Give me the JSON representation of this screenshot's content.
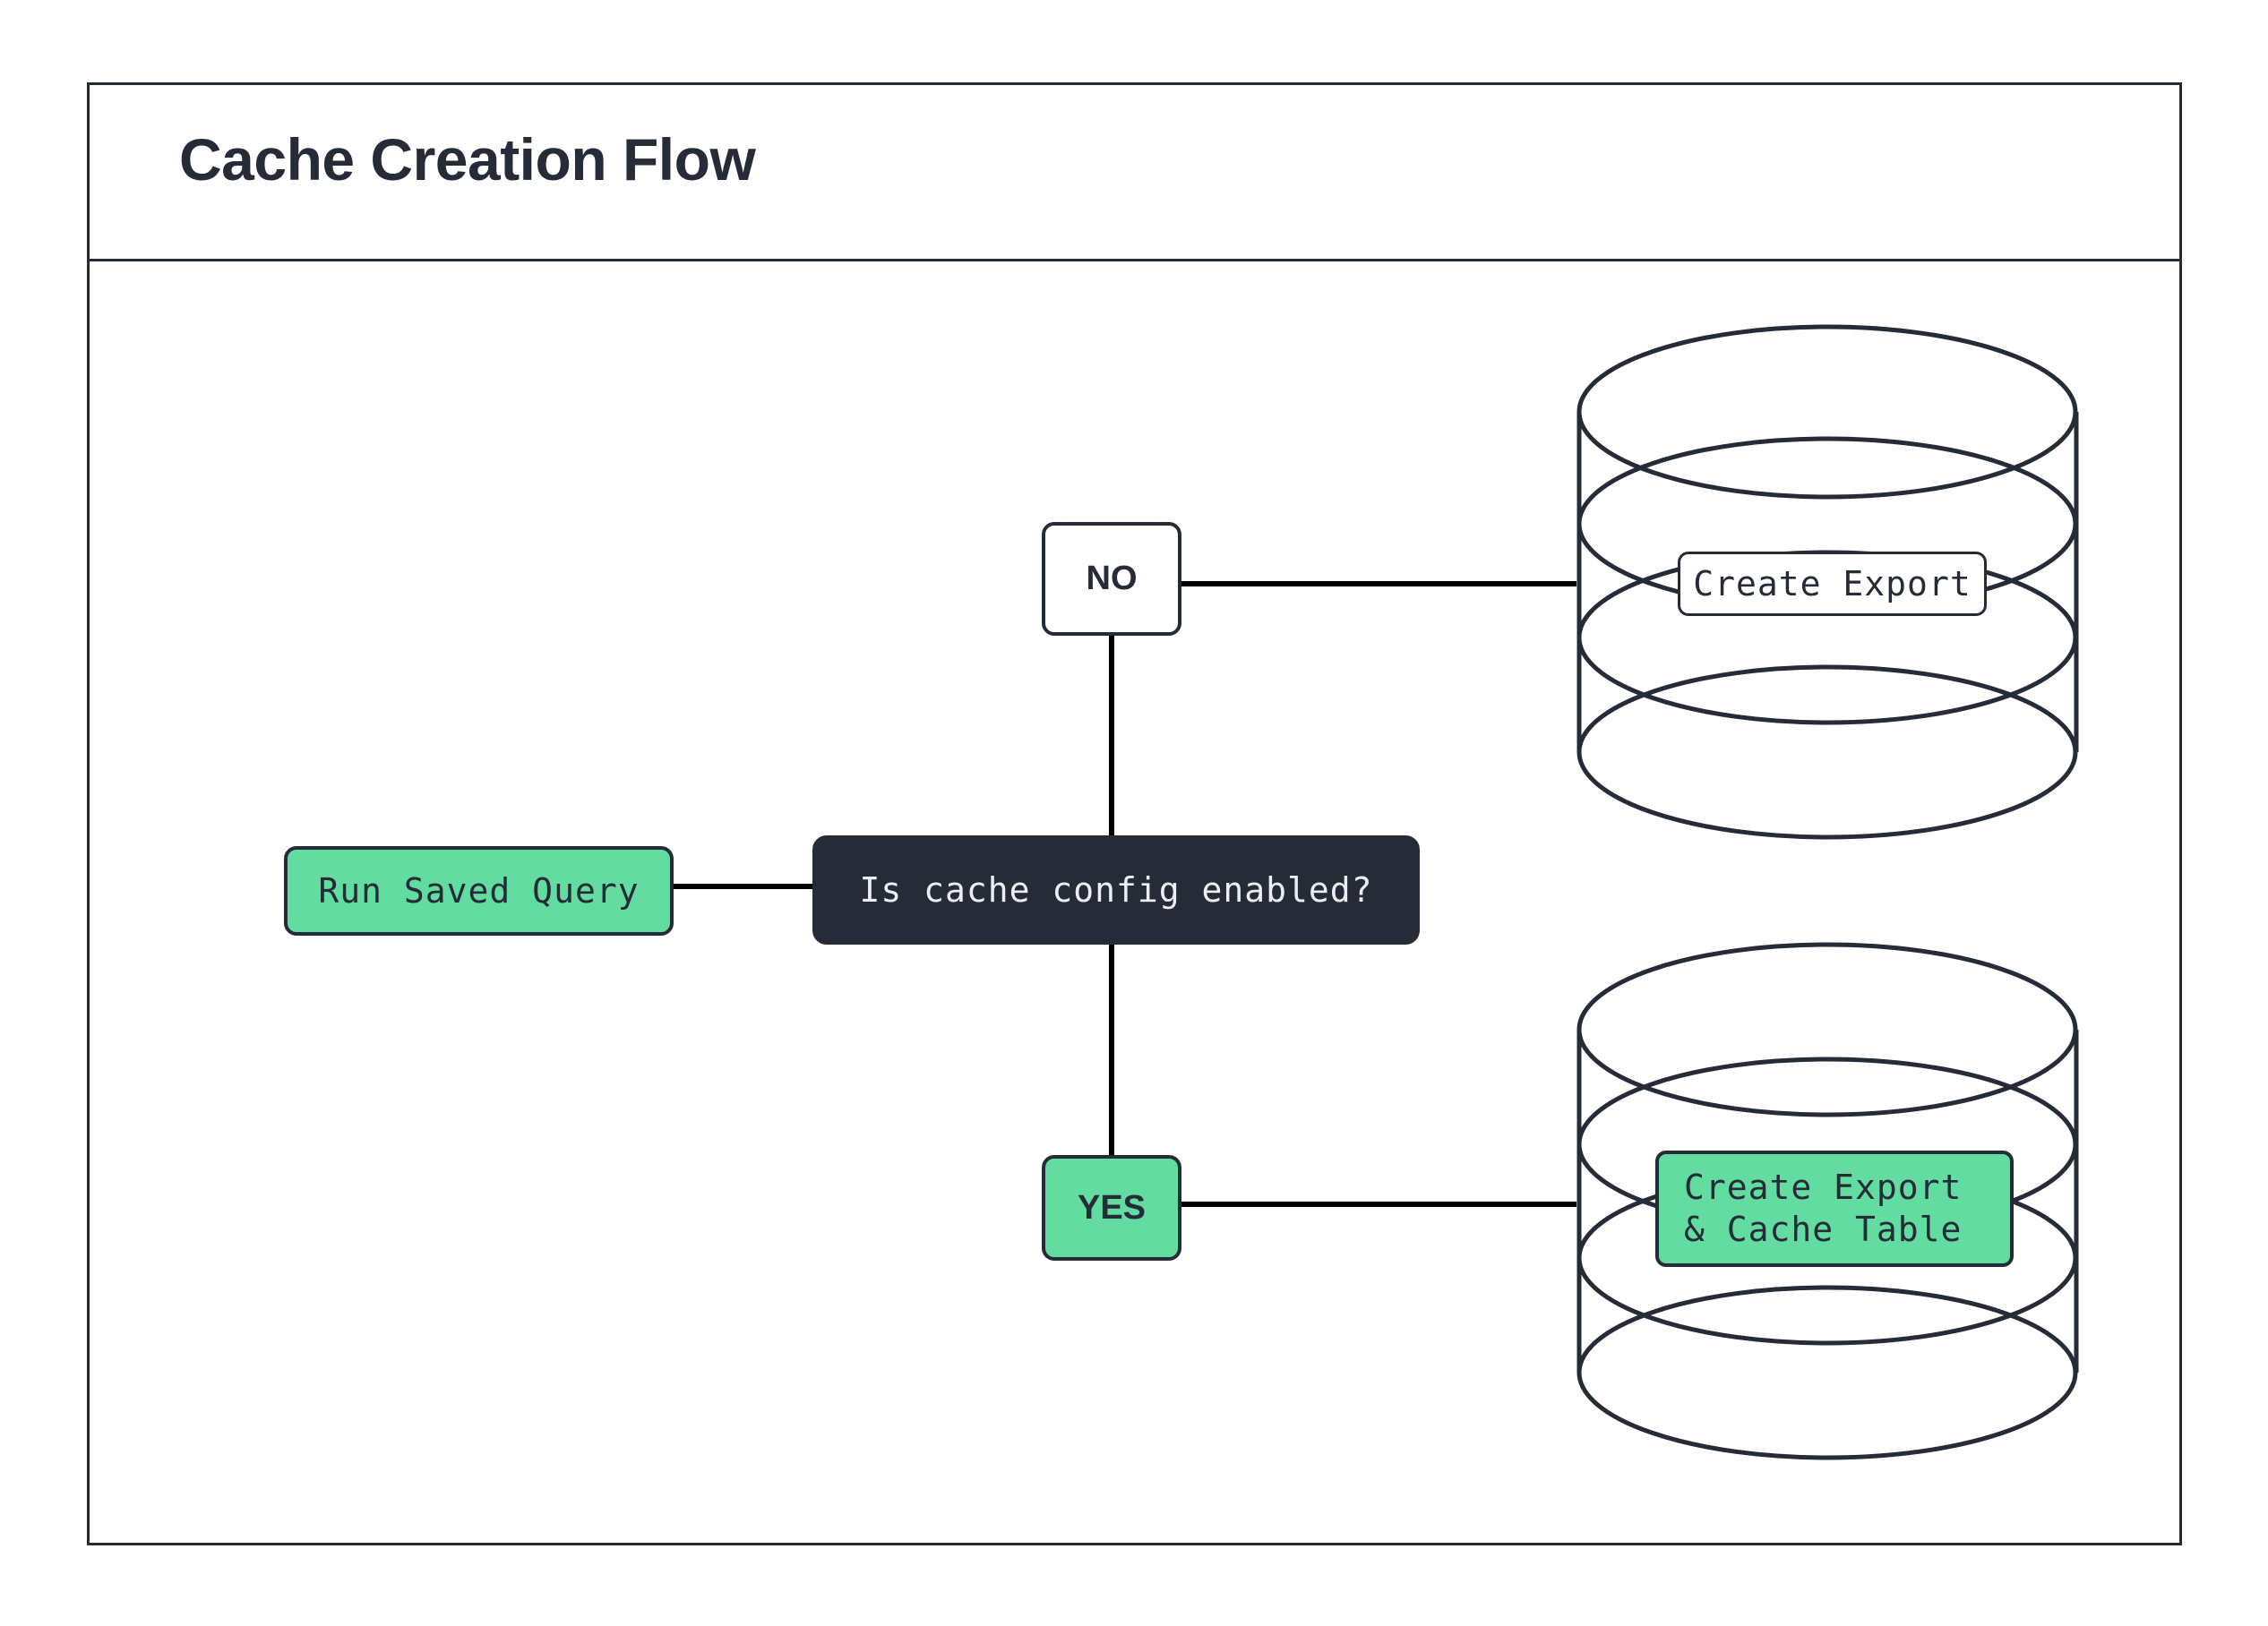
{
  "diagram": {
    "title": "Cache Creation Flow",
    "type": "flowchart",
    "colors": {
      "ink": "#262b38",
      "accent_green": "#62dca0",
      "decision_fill": "#262b38",
      "decision_text": "#eceef3",
      "edge": "#000000",
      "background": "#ffffff"
    },
    "nodes": [
      {
        "id": "run-saved-query",
        "label": "Run Saved Query",
        "shape": "rounded-rect",
        "style": "green"
      },
      {
        "id": "decision",
        "label": "Is cache config enabled?",
        "shape": "rounded-rect",
        "style": "dark"
      },
      {
        "id": "no",
        "label": "NO",
        "shape": "rounded-rect",
        "style": "white"
      },
      {
        "id": "yes",
        "label": "YES",
        "shape": "rounded-rect",
        "style": "green"
      },
      {
        "id": "create-export",
        "label": "Create Export",
        "shape": "rounded-rect",
        "style": "white",
        "container": "database-top"
      },
      {
        "id": "create-export-cache",
        "label_line1": "Create Export",
        "label_line2": "& Cache Table",
        "shape": "rounded-rect",
        "style": "green",
        "container": "database-bottom"
      }
    ],
    "containers": [
      {
        "id": "database-top",
        "shape": "database-cylinder"
      },
      {
        "id": "database-bottom",
        "shape": "database-cylinder"
      }
    ],
    "edges": [
      {
        "from": "run-saved-query",
        "to": "decision",
        "label": ""
      },
      {
        "from": "decision",
        "to": "no",
        "label": ""
      },
      {
        "from": "decision",
        "to": "yes",
        "label": ""
      },
      {
        "from": "no",
        "to": "create-export",
        "label": ""
      },
      {
        "from": "yes",
        "to": "create-export-cache",
        "label": ""
      }
    ]
  }
}
